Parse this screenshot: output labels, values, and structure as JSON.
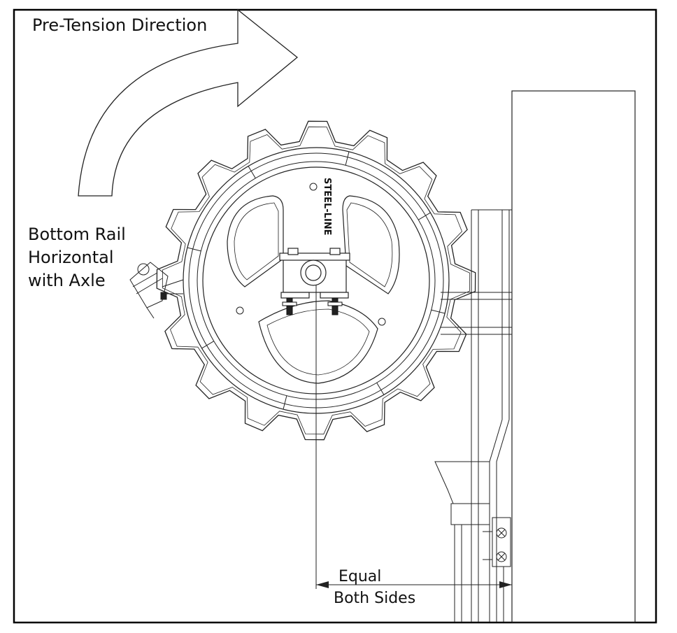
{
  "labels": {
    "pretension": "Pre-Tension Direction",
    "bottom_rail": [
      "Bottom Rail",
      "Horizontal",
      "with Axle"
    ],
    "brand": "STEEL-LINE",
    "equal": [
      "Equal",
      "Both Sides"
    ]
  }
}
